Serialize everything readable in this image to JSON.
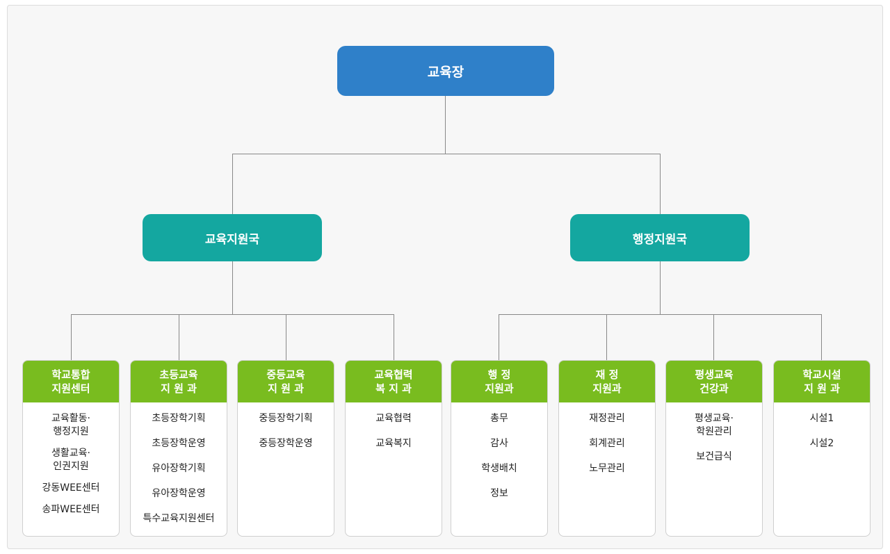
{
  "org_chart": {
    "top": {
      "label": "교육장"
    },
    "bureaus": [
      {
        "label": "교육지원국",
        "departments": [
          {
            "title": "학교통합\n지원센터",
            "items": [
              "교육활동·\n행정지원",
              "생활교육·\n인권지원",
              "강동WEE센터",
              "송파WEE센터"
            ]
          },
          {
            "title": "초등교육\n지 원 과",
            "items": [
              "초등장학기획",
              "초등장학운영",
              "유아장학기획",
              "유아장학운영",
              "특수교육지원센터"
            ]
          },
          {
            "title": "중등교육\n지 원 과",
            "items": [
              "중등장학기획",
              "중등장학운영"
            ]
          },
          {
            "title": "교육협력\n복 지 과",
            "items": [
              "교육협력",
              "교육복지"
            ]
          }
        ]
      },
      {
        "label": "행정지원국",
        "departments": [
          {
            "title": "행  정\n지원과",
            "items": [
              "총무",
              "감사",
              "학생배치",
              "정보"
            ]
          },
          {
            "title": "재  정\n지원과",
            "items": [
              "재정관리",
              "회계관리",
              "노무관리"
            ]
          },
          {
            "title": "평생교육\n건강과",
            "items": [
              "평생교육·\n학원관리",
              "보건급식"
            ]
          },
          {
            "title": "학교시설\n지 원 과",
            "items": [
              "시설1",
              "시설2"
            ]
          }
        ]
      }
    ]
  },
  "colors": {
    "top": "#2f80c9",
    "bureau": "#14a7a0",
    "department_header": "#79bc1f",
    "connector": "#888888"
  }
}
